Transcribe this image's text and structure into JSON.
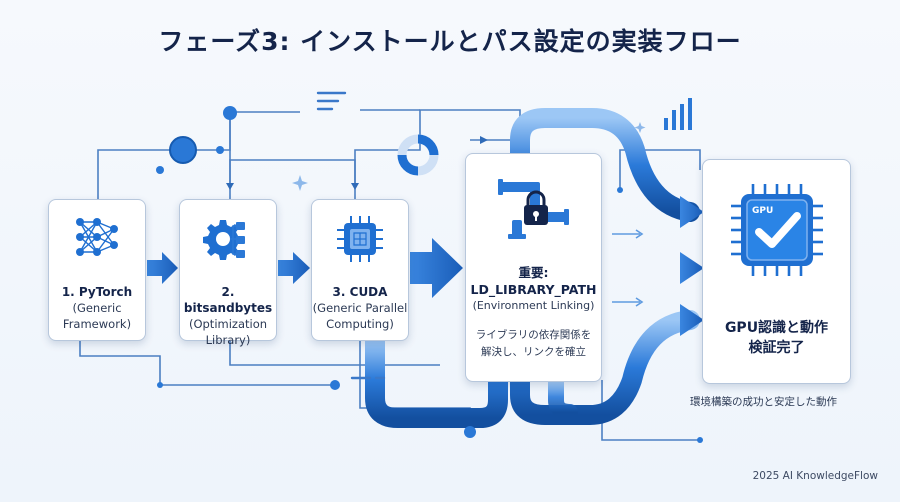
{
  "title": "フェーズ3: インストールとパス設定の実装フロー",
  "steps": [
    {
      "title": "1. PyTorch",
      "sub1": "(Generic",
      "sub2": "Framework)",
      "icon": "neural-network-icon"
    },
    {
      "title": "2. bitsandbytes",
      "sub1": "(Optimization",
      "sub2": "Library)",
      "icon": "gear-optimization-icon"
    },
    {
      "title": "3. CUDA",
      "sub1": "(Generic Parallel",
      "sub2": "Computing)",
      "icon": "chip-icon"
    }
  ],
  "ld": {
    "heading": "重要:",
    "path": "LD_LIBRARY_PATH",
    "sub": "(Environment Linking)",
    "desc1": "ライブラリの依存関係を",
    "desc2": "解決し、リンクを確立",
    "icon": "pipe-lock-icon"
  },
  "gpu": {
    "line1": "GPU認識と動作",
    "line2": "検証完了",
    "chip_label": "GPU",
    "icon": "gpu-check-icon"
  },
  "caption": "環境構築の成功と安定した動作",
  "footer": "2025 AI KnowledgeFlow",
  "colors": {
    "accent": "#1f6fd1",
    "dark": "#14244a",
    "light_accent": "#7fb2ef"
  }
}
